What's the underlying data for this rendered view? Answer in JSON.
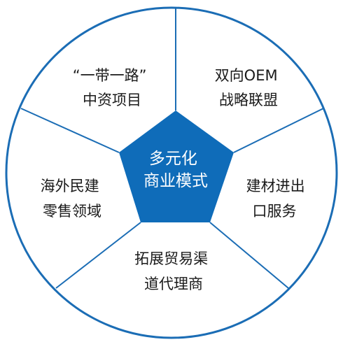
{
  "center": {
    "line1": "多元化",
    "line2": "商业模式"
  },
  "segments": [
    {
      "line1": "“一带一路”",
      "line2": "中资项目"
    },
    {
      "line1": "双向OEM",
      "line2": "战略联盟"
    },
    {
      "line1": "建材进出",
      "line2": "口服务"
    },
    {
      "line1": "拓展贸易渠",
      "line2": "道代理商"
    },
    {
      "line1": "海外民建",
      "line2": "零售领域"
    }
  ],
  "colors": {
    "circle_outline": "#1b6db5",
    "divider": "#1b6db5",
    "pentagon_fill": "#0f6cb9",
    "segment_text": "#1a1a1a",
    "center_text": "#ffffff"
  }
}
